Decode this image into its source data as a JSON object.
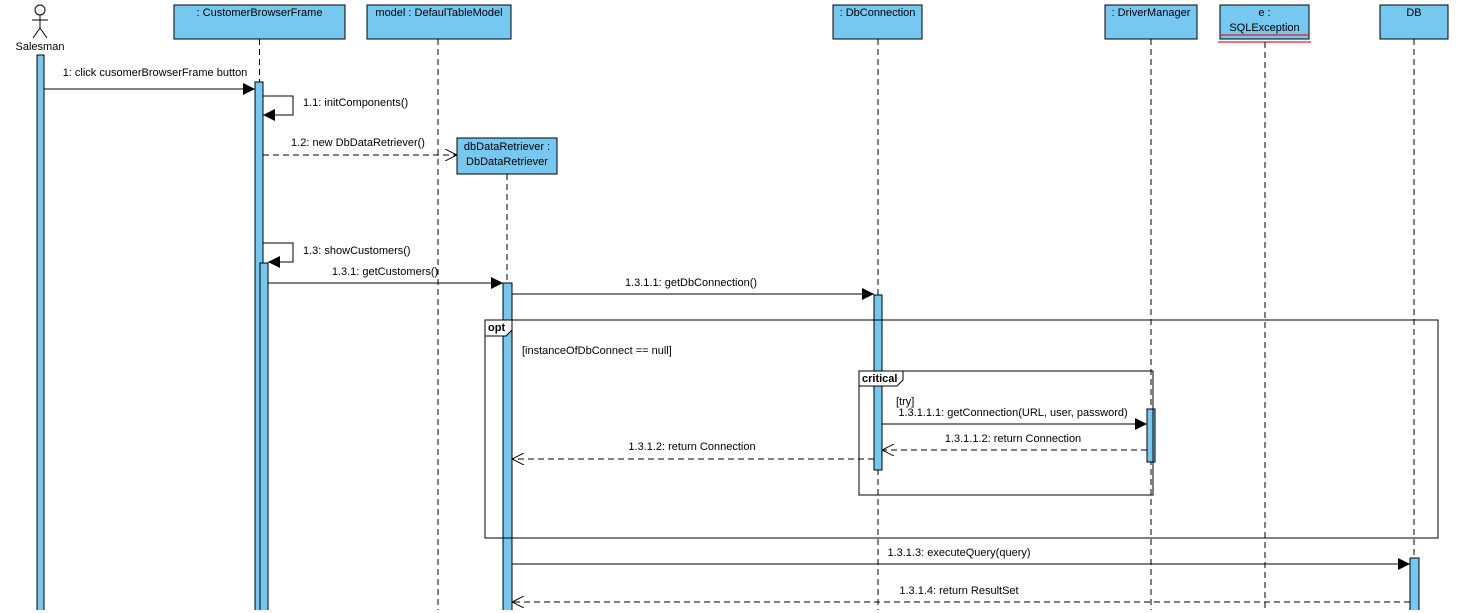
{
  "diagram": {
    "actor": {
      "name": "Salesman"
    },
    "lifelines": [
      {
        "id": "frame",
        "label": ": CustomerBrowserFrame"
      },
      {
        "id": "model",
        "label": "model : DefaulTableModel"
      },
      {
        "id": "retriever",
        "label_line1": "dbDataRetriever :",
        "label_line2": "DbDataRetriever"
      },
      {
        "id": "dbconn",
        "label": ": DbConnection"
      },
      {
        "id": "driver",
        "label": ": DriverManager"
      },
      {
        "id": "exception",
        "label_line1": "e :",
        "label_line2": "SQLException"
      },
      {
        "id": "db",
        "label": "DB"
      }
    ],
    "messages": [
      {
        "id": "m1",
        "text": "1: click cusomerBrowserFrame button"
      },
      {
        "id": "m1_1",
        "text": "1.1: initComponents()"
      },
      {
        "id": "m1_2",
        "text": "1.2: new DbDataRetriever()"
      },
      {
        "id": "m1_3",
        "text": "1.3: showCustomers()"
      },
      {
        "id": "m1_3_1",
        "text": "1.3.1: getCustomers()"
      },
      {
        "id": "m1_3_1_1",
        "text": "1.3.1.1: getDbConnection()"
      },
      {
        "id": "m1_3_1_1_1",
        "text": "1.3.1.1.1: getConnection(URL, user, password)"
      },
      {
        "id": "m1_3_1_1_2",
        "text": "1.3.1.1.2: return Connection"
      },
      {
        "id": "m1_3_1_2",
        "text": "1.3.1.2: return Connection"
      },
      {
        "id": "m1_3_1_3",
        "text": "1.3.1.3: executeQuery(query)"
      },
      {
        "id": "m1_3_1_4",
        "text": "1.3.1.4: return ResultSet"
      }
    ],
    "fragments": [
      {
        "id": "opt",
        "operator": "opt",
        "guard": "[instanceOfDbConnect == null]"
      },
      {
        "id": "critical",
        "operator": "critical",
        "guard": "[try]"
      }
    ]
  }
}
